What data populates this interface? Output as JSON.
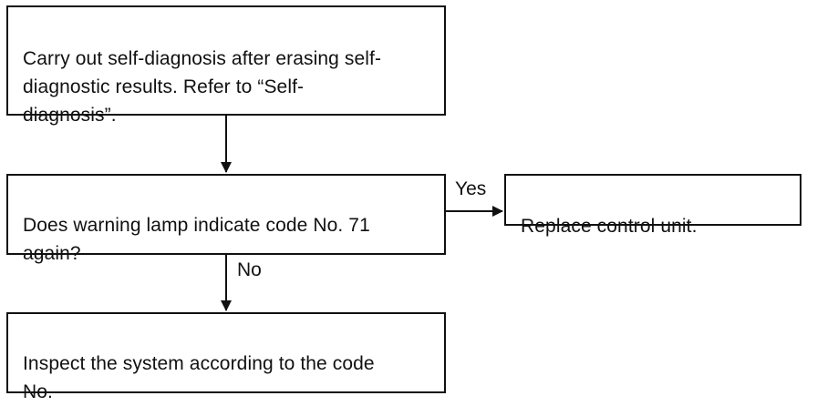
{
  "flowchart": {
    "steps": {
      "self_diagnosis": "Carry out self-diagnosis after erasing self-\ndiagnostic results. Refer to “Self-\ndiagnosis”.",
      "question": "Does warning lamp indicate code No. 71\nagain?",
      "replace": "Replace control unit.",
      "inspect": "Inspect the system according to the code\nNo."
    },
    "edges": {
      "yes_label": "Yes",
      "no_label": "No"
    }
  }
}
